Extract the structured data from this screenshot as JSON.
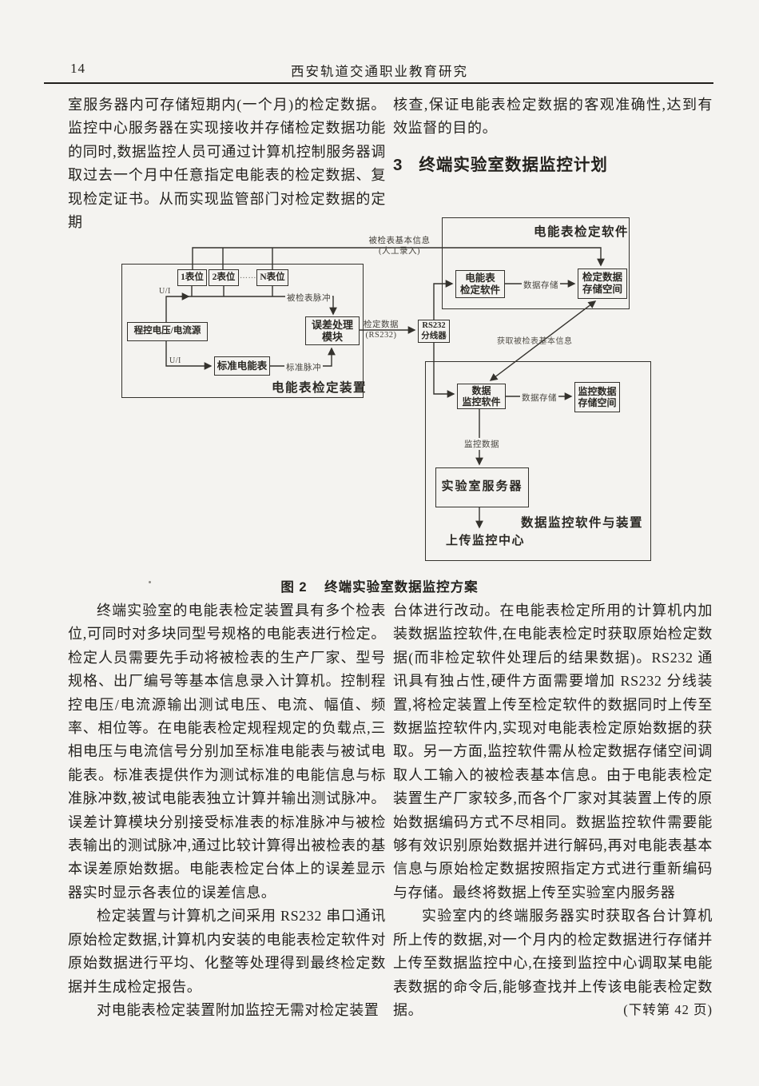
{
  "colors": {
    "page_background": "#f4f3f0",
    "ink": "#24221e",
    "line": "#34322d"
  },
  "header": {
    "page_number": "14",
    "journal_title": "西安轨道交通职业教育研究"
  },
  "intro": {
    "left_paragraph": "室服务器内可存储短期内(一个月)的检定数据。监控中心服务器在实现接收并存储检定数据功能的同时,数据监控人员可通过计算机控制服务器调取过去一个月中任意指定电能表的检定数据、复现检定证书。从而实现监管部门对检定数据的定期",
    "right_paragraph": "核查,保证电能表检定数据的客观准确性,达到有效监督的目的。",
    "section_number": "3",
    "section_title": "终端实验室数据监控计划"
  },
  "figure": {
    "caption_label": "图 2",
    "caption_title": "终端实验室数据监控方案",
    "groups": {
      "device": "电能表检定装置",
      "software": "电能表检定软件",
      "monitor": "数据监控软件与装置"
    },
    "boxes": {
      "position1": "1表位",
      "position2": "2表位",
      "dots": "……",
      "positionN": "N表位",
      "source": "程控电压/电流源",
      "standard_meter": "标准电能表",
      "error_module": [
        "误差处理",
        "模块"
      ],
      "splitter": [
        "RS232",
        "分线器"
      ],
      "verify_software": [
        "电能表",
        "检定软件"
      ],
      "verify_storage": [
        "检定数据",
        "存储空间"
      ],
      "monitor_software": [
        "数据",
        "监控软件"
      ],
      "monitor_storage": [
        "监控数据",
        "存储空间"
      ],
      "lab_server": "实验室服务器"
    },
    "line_labels": {
      "basic_info_1": "被检表基本信息",
      "basic_info_2": "(人工录入)",
      "ui_top": "U/I",
      "tested_pulse": "被检表脉冲",
      "ui_bottom": "U/I",
      "standard_pulse": "标准脉冲",
      "verify_data_1": "检定数据",
      "verify_data_2": "(RS232)",
      "get_basic_info": "获取被检表基本信息",
      "store_upper": "数据存储",
      "store_lower": "数据存储",
      "monitor_data": "监控数据",
      "upload": "上传监控中心"
    }
  },
  "body": {
    "left": {
      "p1": "终端实验室的电能表检定装置具有多个检表位,可同时对多块同型号规格的电能表进行检定。检定人员需要先手动将被检表的生产厂家、型号规格、出厂编号等基本信息录入计算机。控制程控电压/电流源输出测试电压、电流、幅值、频率、相位等。在电能表检定规程规定的负载点,三相电压与电流信号分别加至标准电能表与被试电能表。标准表提供作为测试标准的电能信息与标准脉冲数,被试电能表独立计算并输出测试脉冲。误差计算模块分别接受标准表的标准脉冲与被检表输出的测试脉冲,通过比较计算得出被检表的基本误差原始数据。电能表检定台体上的误差显示器实时显示各表位的误差信息。",
      "p2": "检定装置与计算机之间采用 RS232 串口通讯原始检定数据,计算机内安装的电能表检定软件对原始数据进行平均、化整等处理得到最终检定数据并生成检定报告。",
      "p3": "对电能表检定装置附加监控无需对检定装置"
    },
    "right": {
      "p1": "台体进行改动。在电能表检定所用的计算机内加装数据监控软件,在电能表检定时获取原始检定数据(而非检定软件处理后的结果数据)。RS232 通讯具有独占性,硬件方面需要增加 RS232 分线装置,将检定装置上传至检定软件的数据同时上传至数据监控软件内,实现对电能表检定原始数据的获取。另一方面,监控软件需从检定数据存储空间调取人工输入的被检表基本信息。由于电能表检定装置生产厂家较多,而各个厂家对其装置上传的原始数据编码方式不尽相同。数据监控软件需要能够有效识别原始数据并进行解码,再对电能表基本信息与原始检定数据按照指定方式进行重新编码与存储。最终将数据上传至实验室内服务器",
      "p2": "实验室内的终端服务器实时获取各台计算机所上传的数据,对一个月内的检定数据进行存储并上传至数据监控中心,在接到监控中心调取某电能表数据的命令后,能够查找并上传该电能表检定数据。",
      "note": "(下转第 42 页)"
    }
  }
}
